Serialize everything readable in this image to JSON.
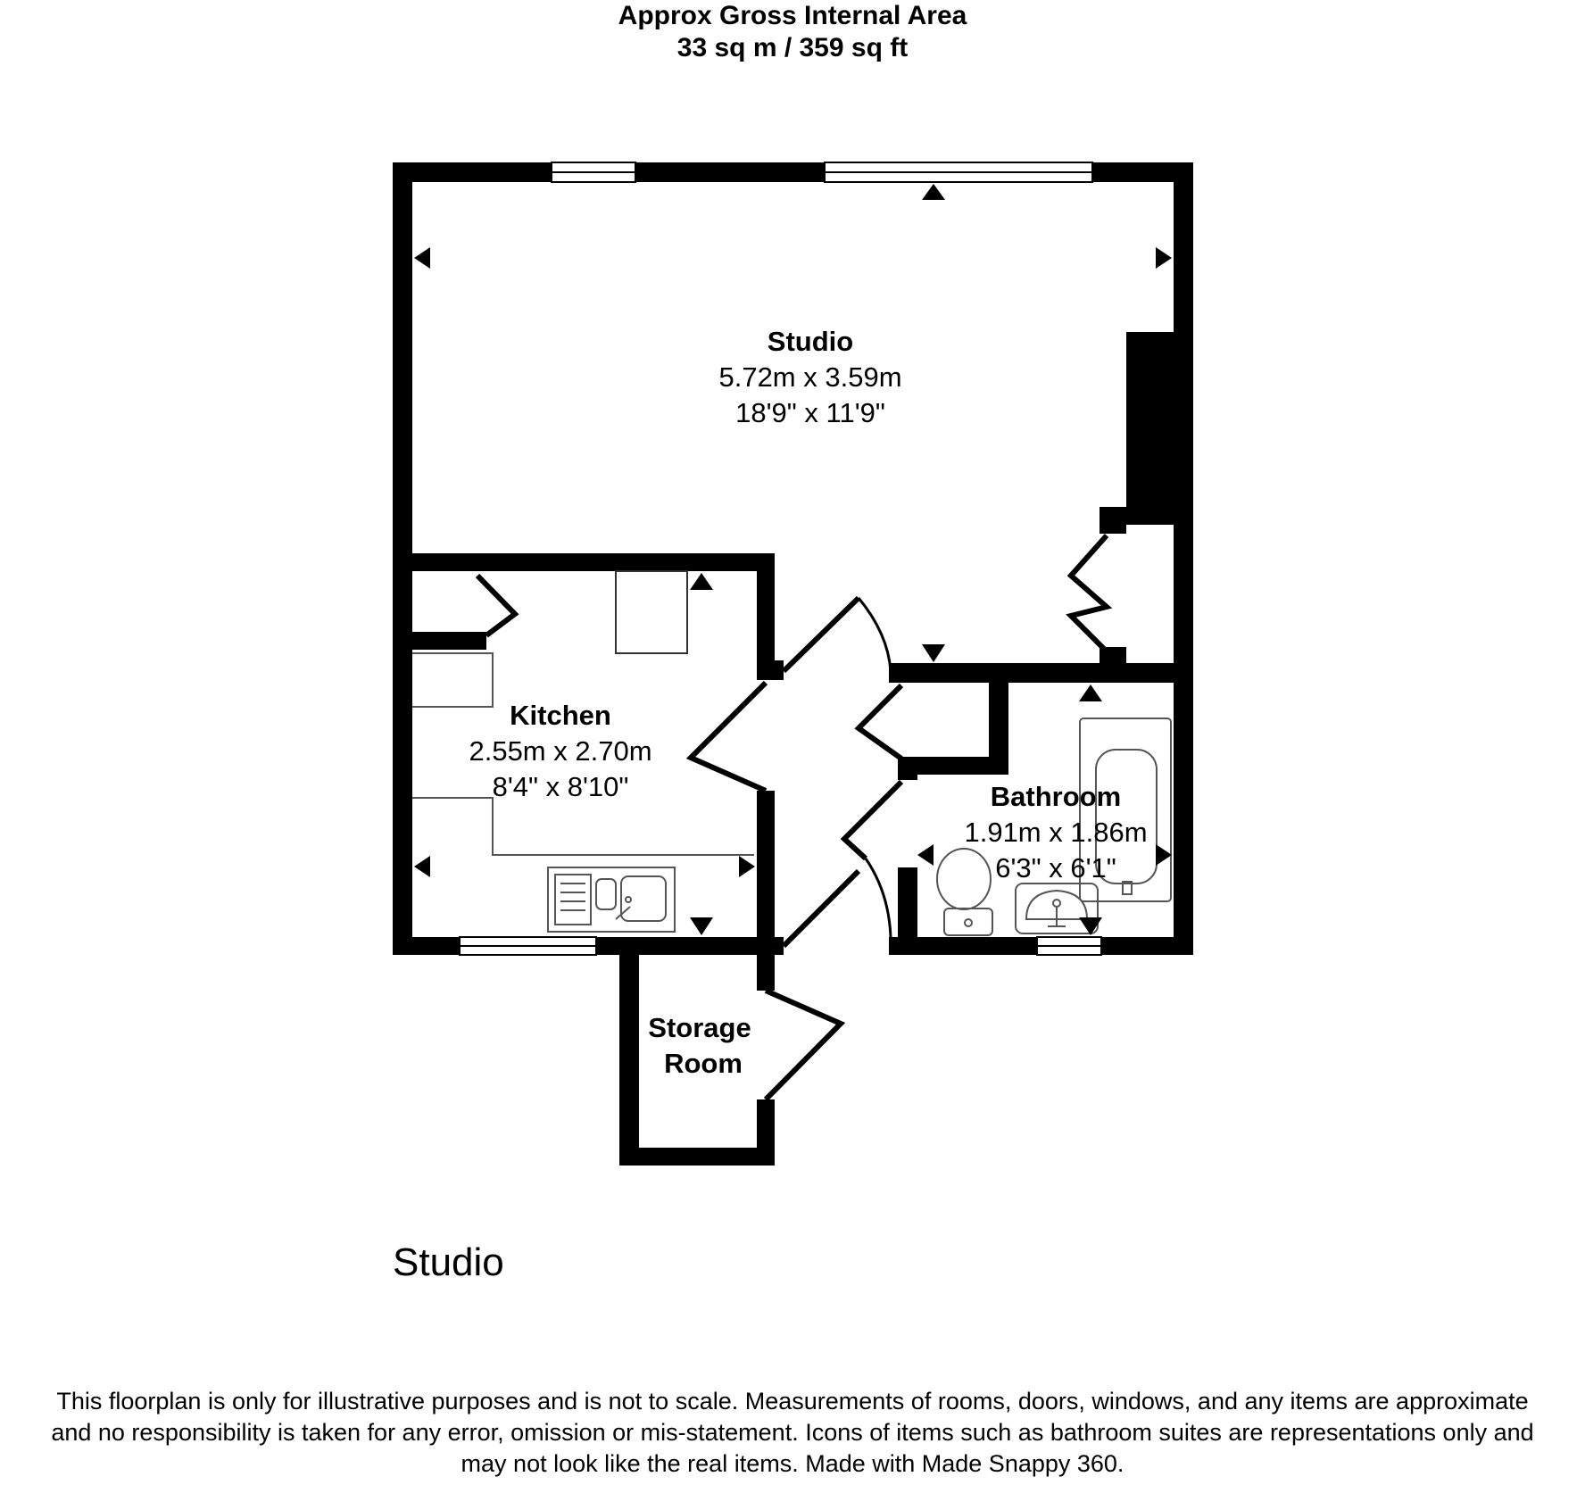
{
  "header": {
    "line1": "Approx Gross Internal Area",
    "line2": "33 sq m / 359 sq ft"
  },
  "rooms": {
    "studio": {
      "name": "Studio",
      "metric": "5.72m x 3.59m",
      "imperial": "18'9\" x 11'9\""
    },
    "kitchen": {
      "name": "Kitchen",
      "metric": "2.55m x 2.70m",
      "imperial": "8'4\" x 8'10\""
    },
    "bathroom": {
      "name": "Bathroom",
      "metric": "1.91m x 1.86m",
      "imperial": "6'3\" x 6'1\""
    },
    "storage": {
      "name_line1": "Storage",
      "name_line2": "Room"
    }
  },
  "floor_label": "Studio",
  "disclaimer": {
    "line1": "This floorplan is only for illustrative purposes and is not to scale. Measurements of rooms, doors, windows, and any items are approximate",
    "line2": "and no responsibility is taken for any error, omission or mis-statement. Icons of items such as bathroom suites are representations only and",
    "line3": "may not look like the real items. Made with Made Snappy 360."
  }
}
